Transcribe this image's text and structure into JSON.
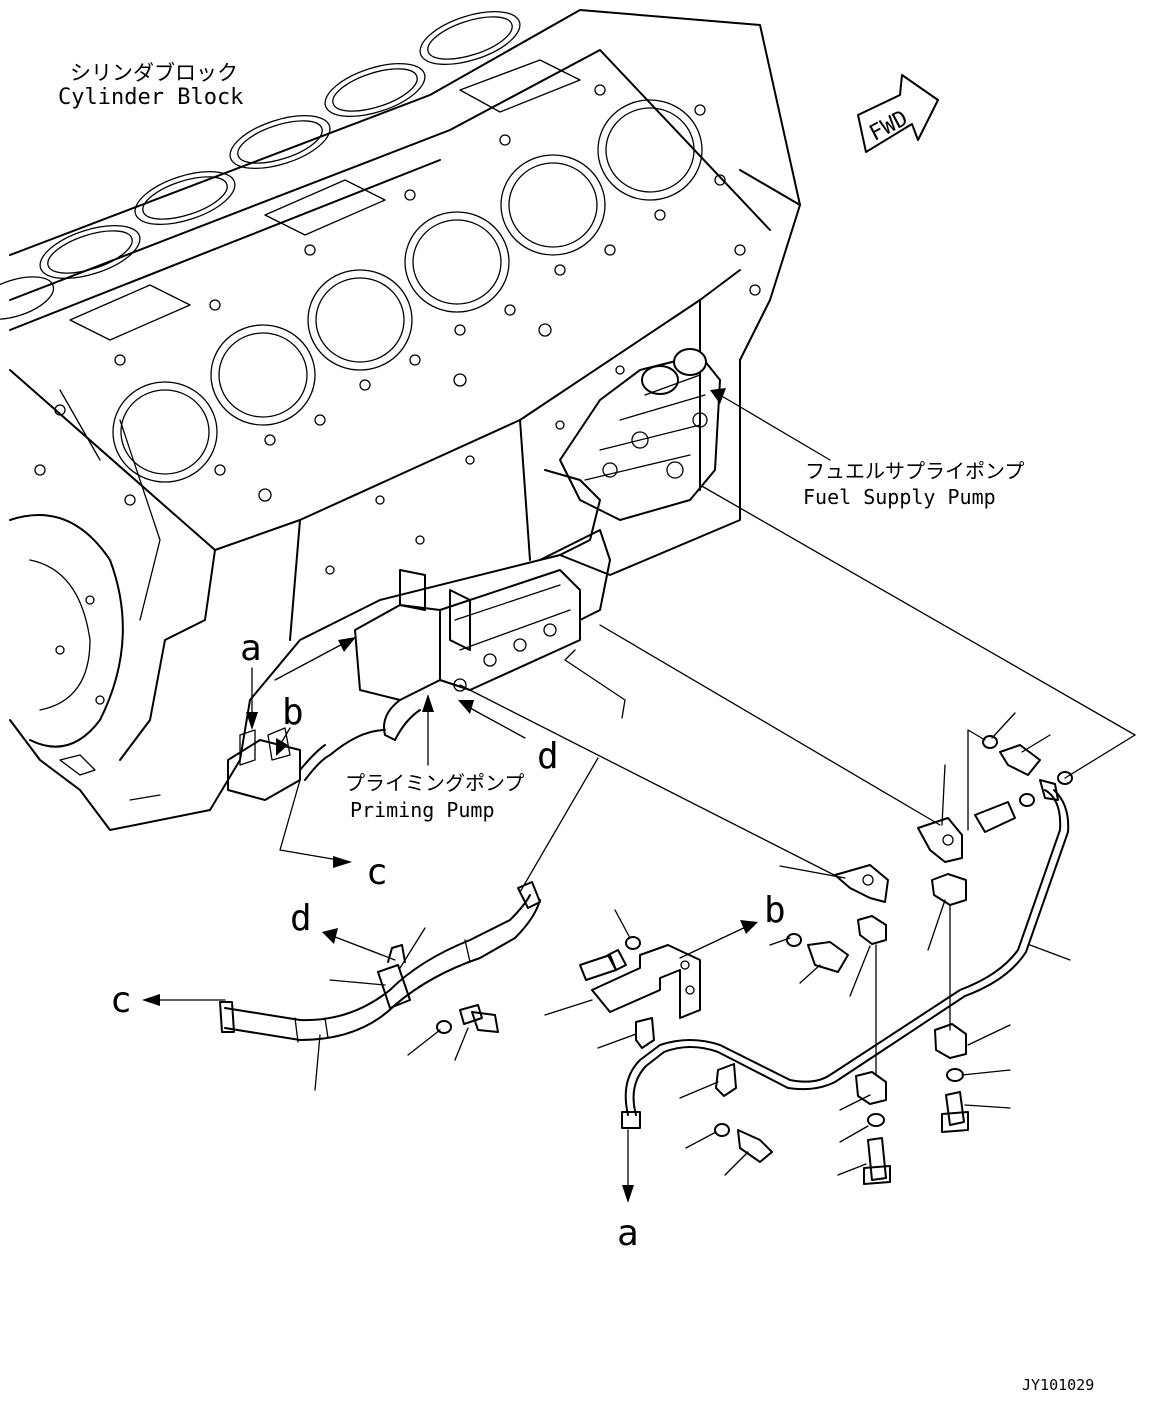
{
  "labels": {
    "cylinder_block_jp": "シリンダブロック",
    "cylinder_block_en": "Cylinder Block",
    "fwd": "FWD",
    "fuel_supply_pump_jp": "フュエルサプライポンプ",
    "fuel_supply_pump_en": "Fuel Supply Pump",
    "priming_pump_jp": "プライミングポンプ",
    "priming_pump_en": "Priming Pump",
    "ref_a_top": "a",
    "ref_b_top": "b",
    "ref_c_top": "c",
    "ref_d_top": "d",
    "ref_d_left": "d",
    "ref_c_left": "c",
    "ref_b_right": "b",
    "ref_a_bottom": "a",
    "drawing_number": "JY101029"
  }
}
